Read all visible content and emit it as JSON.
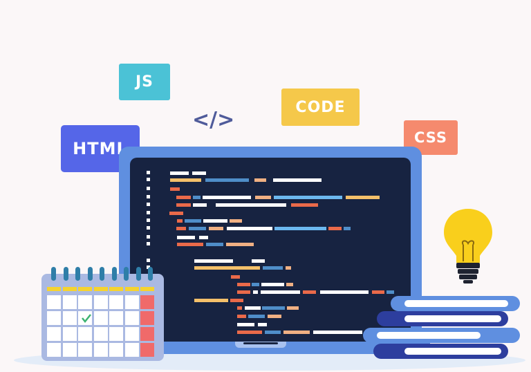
{
  "labels": {
    "js": "JS",
    "html": "HTML",
    "code": "CODE",
    "css": "CSS",
    "code_symbol": "</>"
  },
  "colors": {
    "background": "#fbf7f8",
    "js_tag": "#4bc2d6",
    "html_tag": "#5566e8",
    "code_tag": "#f5c84a",
    "css_tag": "#f58a6e",
    "screen": "#172341",
    "laptop_frame": "#5f8fe0",
    "bulb": "#f9cf1c",
    "calendar_frame": "#aab9e2",
    "calendar_accent": "#f06a6a"
  },
  "icons": [
    "laptop-icon",
    "calendar-icon",
    "checkmark-icon",
    "light-bulb-icon",
    "books-stack-icon",
    "code-brackets-icon"
  ]
}
